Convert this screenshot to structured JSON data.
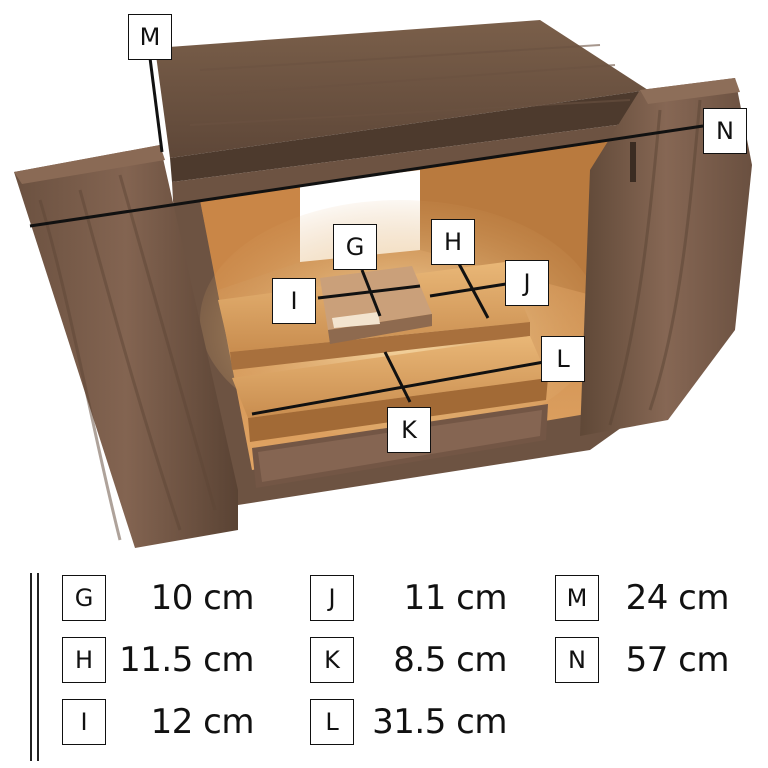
{
  "callouts": {
    "G": "G",
    "H": "H",
    "I": "I",
    "J": "J",
    "K": "K",
    "L": "L",
    "M": "M",
    "N": "N"
  },
  "legend": [
    {
      "key": "G",
      "value": "10 cm"
    },
    {
      "key": "H",
      "value": "11.5 cm"
    },
    {
      "key": "I",
      "value": "12 cm"
    },
    {
      "key": "J",
      "value": "11 cm"
    },
    {
      "key": "K",
      "value": "8.5 cm"
    },
    {
      "key": "L",
      "value": "31.5 cm"
    },
    {
      "key": "M",
      "value": "24 cm"
    },
    {
      "key": "N",
      "value": "57 cm"
    }
  ],
  "colors": {
    "wood_dark": "#5b4535",
    "wood_mid": "#7a5e48",
    "wood_light": "#9c7a5e",
    "interior": "#d49a5a",
    "interior_glow": "#f6cf92",
    "line": "#111111"
  }
}
